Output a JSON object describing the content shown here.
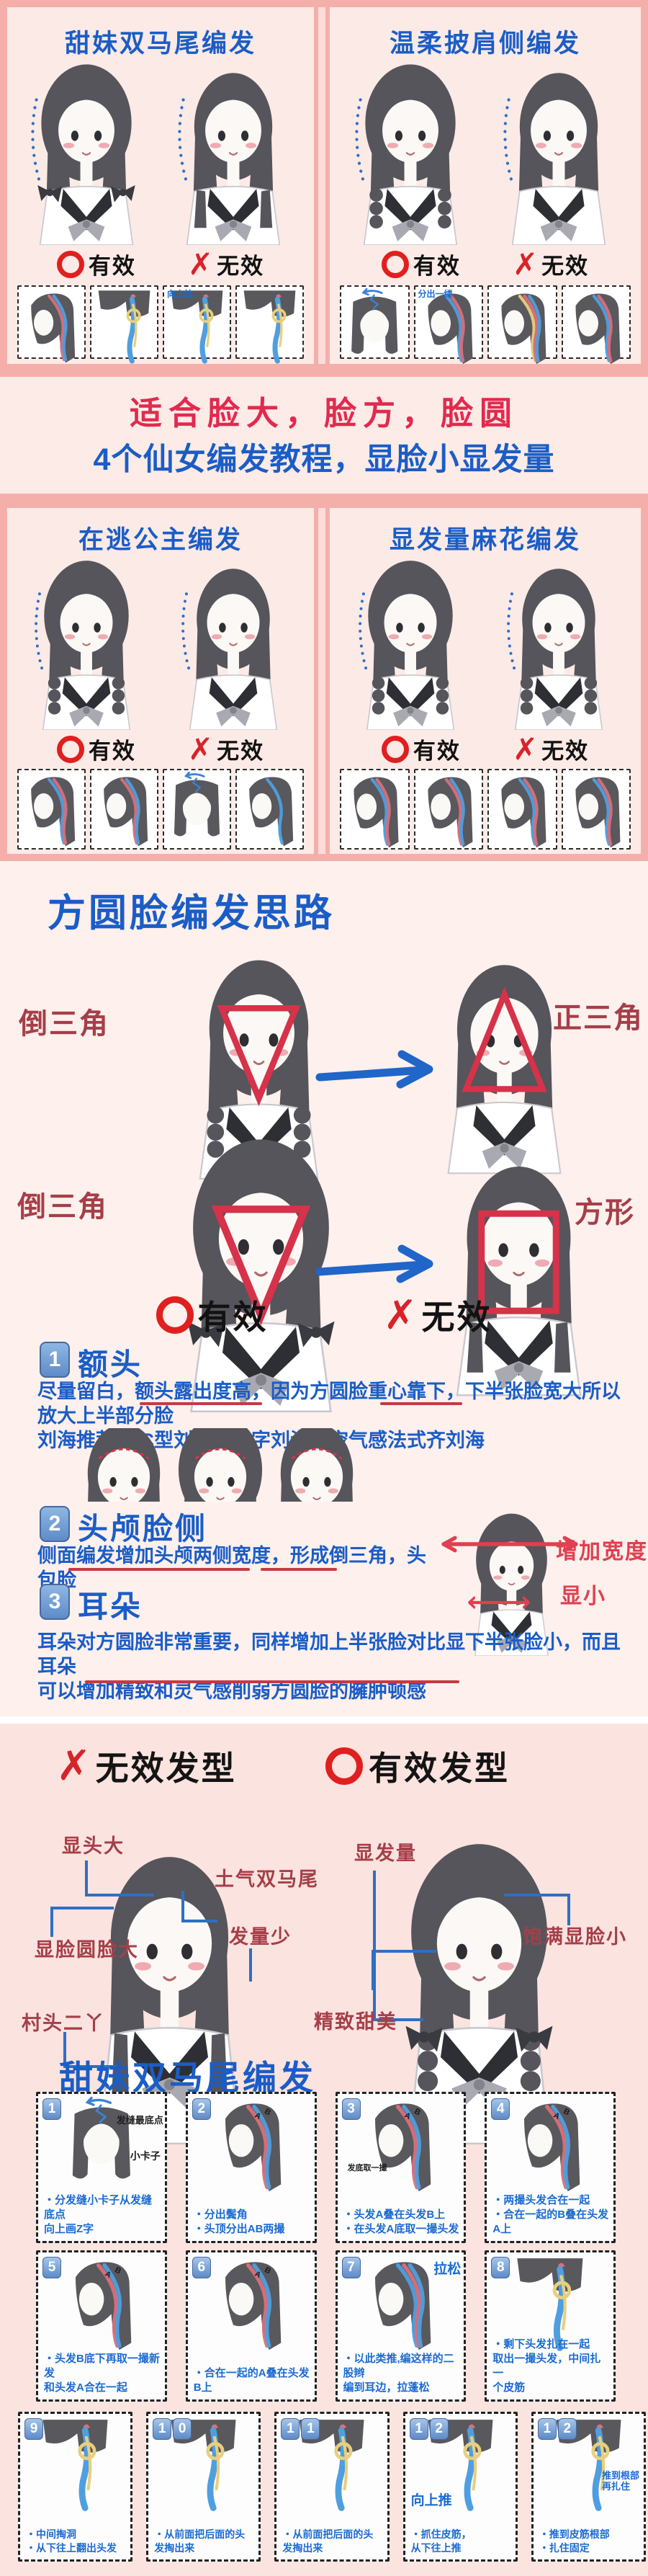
{
  "icons": {
    "cross": "✗"
  },
  "labels": {
    "valid": "有效",
    "invalid": "无效"
  },
  "strand_labels": [
    "A",
    "B"
  ],
  "colors": {
    "title_blue": "#1b5dc6",
    "banner_red": "#e22a4e",
    "dark_red_label": "#a53f49",
    "valid_red": "#e01f1f",
    "caption_blue": "#1b6bd1",
    "bg_pink": "#fbe7e3"
  },
  "quadrants": [
    {
      "title": "甜妹双马尾编发",
      "strip": [
        {
          "art": "side",
          "ribbons": [
            "#d9707a",
            "#4f9fe0"
          ]
        },
        {
          "art": "tail",
          "ribbons": [
            "#4f9fe0",
            "#e9cf7d"
          ]
        },
        {
          "art": "tail",
          "ribbons": [
            "#4f9fe0",
            "#e9cf7d"
          ],
          "note": "向上拉"
        },
        {
          "art": "tail",
          "ribbons": [
            "#4f9fe0",
            "#e9cf7d"
          ]
        }
      ]
    },
    {
      "title": "温柔披肩侧编发",
      "strip": [
        {
          "art": "front",
          "ribbons": []
        },
        {
          "art": "side",
          "ribbons": [
            "#4f9fe0",
            "#d9707a"
          ],
          "note": "分出一缕"
        },
        {
          "art": "side",
          "ribbons": [
            "#e9cf7d",
            "#d9707a",
            "#4f9fe0"
          ]
        },
        {
          "art": "side",
          "ribbons": [
            "#4f9fe0",
            "#d9707a"
          ]
        }
      ]
    },
    {
      "title": "在逃公主编发",
      "strip": [
        {
          "art": "side",
          "ribbons": [
            "#4f9fe0",
            "#d9707a"
          ]
        },
        {
          "art": "side",
          "ribbons": [
            "#d9707a",
            "#4f9fe0"
          ]
        },
        {
          "art": "front",
          "ribbons": []
        },
        {
          "art": "side",
          "ribbons": [
            "#4f9fe0"
          ]
        }
      ]
    },
    {
      "title": "显发量麻花编发",
      "strip": [
        {
          "art": "side",
          "ribbons": [
            "#4f9fe0",
            "#d9707a"
          ]
        },
        {
          "art": "side",
          "ribbons": [
            "#d9707a",
            "#4f9fe0"
          ]
        },
        {
          "art": "side",
          "ribbons": [
            "#4f9fe0",
            "#d9707a"
          ]
        },
        {
          "art": "side",
          "ribbons": [
            "#4f9fe0",
            "#d9707a"
          ]
        }
      ]
    }
  ],
  "banner": {
    "line1": "适合脸大，脸方，脸圆",
    "line2": "4个仙女编发教程，显脸小显发量"
  },
  "ideas": {
    "title": "方圆脸编发思路",
    "row1": {
      "left_label": "倒三角",
      "right_label": "正三角"
    },
    "row2": {
      "left_label": "倒三角",
      "right_label": "方形"
    },
    "annotations": {
      "width": "增加宽度",
      "small": "显小"
    },
    "tips": [
      {
        "num": "1",
        "title": "额头",
        "body": "尽量留白，额头露出度高，因为方圆脸重心靠下，下半张脸宽大所以放大上半部分脸\n刘海推荐 双C型刘海，八字刘海，空气感法式齐刘海"
      },
      {
        "num": "2",
        "title": "头颅脸侧",
        "body": "侧面编发增加头颅两侧宽度，形成倒三角，头包脸"
      },
      {
        "num": "3",
        "title": "耳朵",
        "body": "耳朵对方圆脸非常重要，同样增加上半张脸对比显下半张脸小，而且耳朵\n可以增加精致和灵气感削弱方圆脸的臃肿顿感"
      }
    ]
  },
  "compare": {
    "bad_title": "无效发型",
    "good_title": "有效发型",
    "bad_labels": [
      "显头大",
      "土气双马尾",
      "显脸圆脸大",
      "发量少",
      "村头二丫"
    ],
    "good_labels": [
      "显发量",
      "饱满显脸小",
      "精致甜美"
    ]
  },
  "tutorial": {
    "title": "甜妹双马尾编发",
    "steps": [
      {
        "num": "1",
        "art": "front",
        "ribbons": [],
        "caption": "・分发缝小卡子从发缝底点\n向上画Z字",
        "notes": [
          "发缝最底点",
          "小卡子"
        ]
      },
      {
        "num": "2",
        "art": "side",
        "letters": true,
        "ribbons": [
          "#d9707a",
          "#4f9fe0"
        ],
        "caption": "・分出鬓角\n・头顶分出AB两撮"
      },
      {
        "num": "3",
        "art": "side",
        "letters": true,
        "ribbons": [
          "#d9707a",
          "#4f9fe0"
        ],
        "caption": "・头发A叠在头发B上\n・在头发A底取一撮头发",
        "notes": [
          "发底取一撮"
        ]
      },
      {
        "num": "4",
        "art": "side",
        "letters": true,
        "ribbons": [
          "#d9707a",
          "#4f9fe0"
        ],
        "caption": "・两撮头发合在一起\n・合在一起的B叠在头发A上"
      },
      {
        "num": "5",
        "art": "side",
        "letters": true,
        "ribbons": [
          "#d9707a",
          "#4f9fe0"
        ],
        "caption": "・头发B底下再取一撮新发\n和头发A合在一起"
      },
      {
        "num": "6",
        "art": "side",
        "letters": true,
        "ribbons": [
          "#d9707a",
          "#4f9fe0"
        ],
        "caption": "・合在一起的A叠在头发B上"
      },
      {
        "num": "7",
        "art": "side",
        "ribbons": [
          "#4f9fe0",
          "#d9707a",
          "#4f9fe0"
        ],
        "caption": "・以此类推,编这样的二股辫\n编到耳边，拉蓬松",
        "notes": [
          "拉松"
        ]
      },
      {
        "num": "8",
        "art": "tail",
        "ribbons": [
          "#4f9fe0",
          "#e9cf7d"
        ],
        "caption": "・剩下头发扎在一起\n取出一撮头发，中间扎一\n个皮筋"
      },
      {
        "num": "9",
        "art": "tail",
        "ribbons": [
          "#4f9fe0",
          "#e9cf7d"
        ],
        "caption": "・中间掏洞\n・从下往上翻出头发"
      },
      {
        "num": "10",
        "art": "tail",
        "ribbons": [
          "#4f9fe0",
          "#e9cf7d"
        ],
        "caption": "・从前面把后面的头\n发掏出来"
      },
      {
        "num": "11",
        "art": "tail",
        "ribbons": [
          "#4f9fe0",
          "#e9cf7d"
        ],
        "caption": "・从前面把后面的头\n发掏出来"
      },
      {
        "num": "12",
        "art": "tail",
        "ribbons": [
          "#4f9fe0",
          "#e9cf7d"
        ],
        "caption": "・抓住皮筋，\n从下往上推",
        "notes": [
          "向上推"
        ]
      },
      {
        "num": "12",
        "art": "tail",
        "ribbons": [
          "#4f9fe0",
          "#e9cf7d"
        ],
        "caption": "・推到皮筋根部\n・扎住固定",
        "notes": [
          "推到根部\n再扎住"
        ]
      }
    ]
  }
}
